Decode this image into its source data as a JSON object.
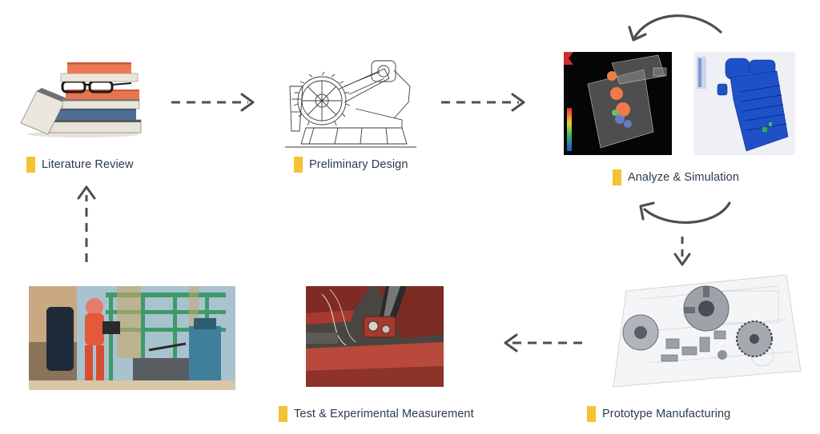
{
  "colors": {
    "marker": "#f5c231",
    "label_text": "#2a3a4e",
    "arrow": "#4a5050"
  },
  "stages": [
    {
      "id": "literature-review",
      "label": "Literature Review",
      "icon": "books-with-glasses-image"
    },
    {
      "id": "preliminary-design",
      "label": "Preliminary Design",
      "icon": "mechanical-sketch-image"
    },
    {
      "id": "analyze-simulation",
      "label": "Analyze & Simulation",
      "icon": "simulation-render-image"
    },
    {
      "id": "prototype-manufacturing",
      "label": "Prototype Manufacturing",
      "icon": "machined-parts-image"
    },
    {
      "id": "test-experimental-measurement",
      "label": "Test & Experimental Measurement",
      "icon": "test-rig-image"
    },
    {
      "id": "field-testing",
      "label": "",
      "icon": "field-worker-image"
    }
  ]
}
